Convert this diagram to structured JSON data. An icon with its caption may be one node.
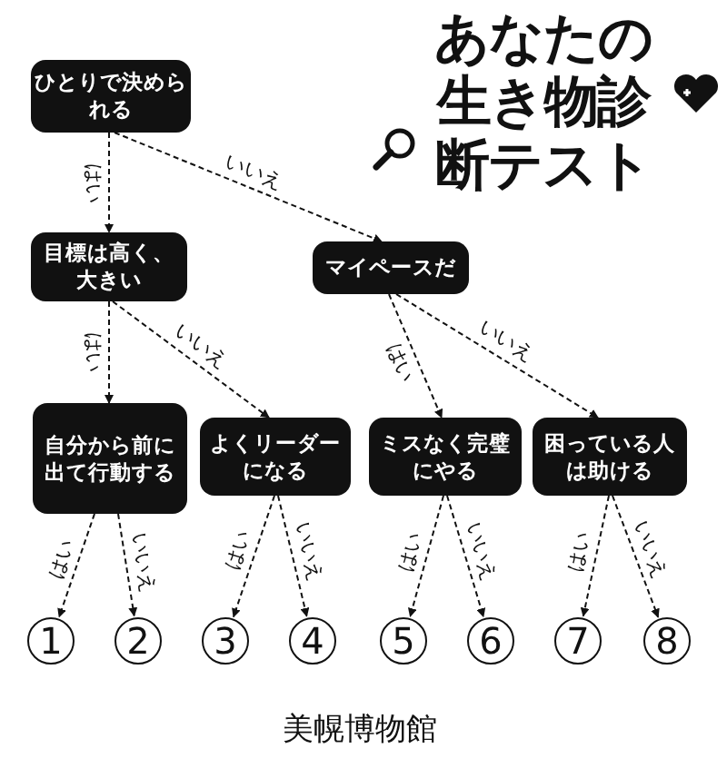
{
  "diagram": {
    "title": "あなたの生き物診断テスト",
    "nodes": [
      {
        "text": [
          "ひとりで決められる"
        ]
      },
      {
        "text": [
          "目標は高く、大きい"
        ]
      },
      {
        "text": [
          "マイペースだ"
        ]
      },
      {
        "text": [
          "自分から前に出て行動する"
        ]
      },
      {
        "text": [
          "よくリーダーになる"
        ]
      },
      {
        "text": [
          "ミスなく完璧にやる"
        ]
      },
      {
        "text": [
          "困っている人は助ける"
        ]
      },
      {
        "text": [
          "1"
        ]
      },
      {
        "text": [
          "2"
        ]
      },
      {
        "text": [
          "3"
        ]
      },
      {
        "text": [
          "4"
        ]
      },
      {
        "text": [
          "5"
        ]
      },
      {
        "text": [
          "6"
        ]
      },
      {
        "text": [
          "7"
        ]
      },
      {
        "text": [
          "8"
        ]
      }
    ],
    "edges": [
      {
        "from": 0,
        "to": 1,
        "arrow": "to",
        "label": "はい",
        "style": "dashed"
      },
      {
        "from": 0,
        "to": 2,
        "arrow": "to",
        "label": "いいえ",
        "style": "dashed"
      },
      {
        "from": 1,
        "to": 3,
        "arrow": "to",
        "label": "はい",
        "style": "dashed"
      },
      {
        "from": 1,
        "to": 4,
        "arrow": "to",
        "label": "いいえ",
        "style": "dashed"
      },
      {
        "from": 2,
        "to": 5,
        "arrow": "to",
        "label": "はい",
        "style": "dashed"
      },
      {
        "from": 2,
        "to": 6,
        "arrow": "to",
        "label": "いいえ",
        "style": "dashed"
      },
      {
        "from": 3,
        "to": 7,
        "arrow": "to",
        "label": "はい",
        "style": "dashed"
      },
      {
        "from": 3,
        "to": 8,
        "arrow": "to",
        "label": "いいえ",
        "style": "dashed"
      },
      {
        "from": 4,
        "to": 9,
        "arrow": "to",
        "label": "はい",
        "style": "dashed"
      },
      {
        "from": 4,
        "to": 10,
        "arrow": "to",
        "label": "いいえ",
        "style": "dashed"
      },
      {
        "from": 5,
        "to": 11,
        "arrow": "to",
        "label": "はい",
        "style": "dashed"
      },
      {
        "from": 5,
        "to": 12,
        "arrow": "to",
        "label": "いいえ",
        "style": "dashed"
      },
      {
        "from": 6,
        "to": 13,
        "arrow": "to",
        "label": "はい",
        "style": "dashed"
      },
      {
        "from": 6,
        "to": 14,
        "arrow": "to",
        "label": "いいえ",
        "style": "dashed"
      }
    ],
    "caption": "美幌博物館"
  }
}
